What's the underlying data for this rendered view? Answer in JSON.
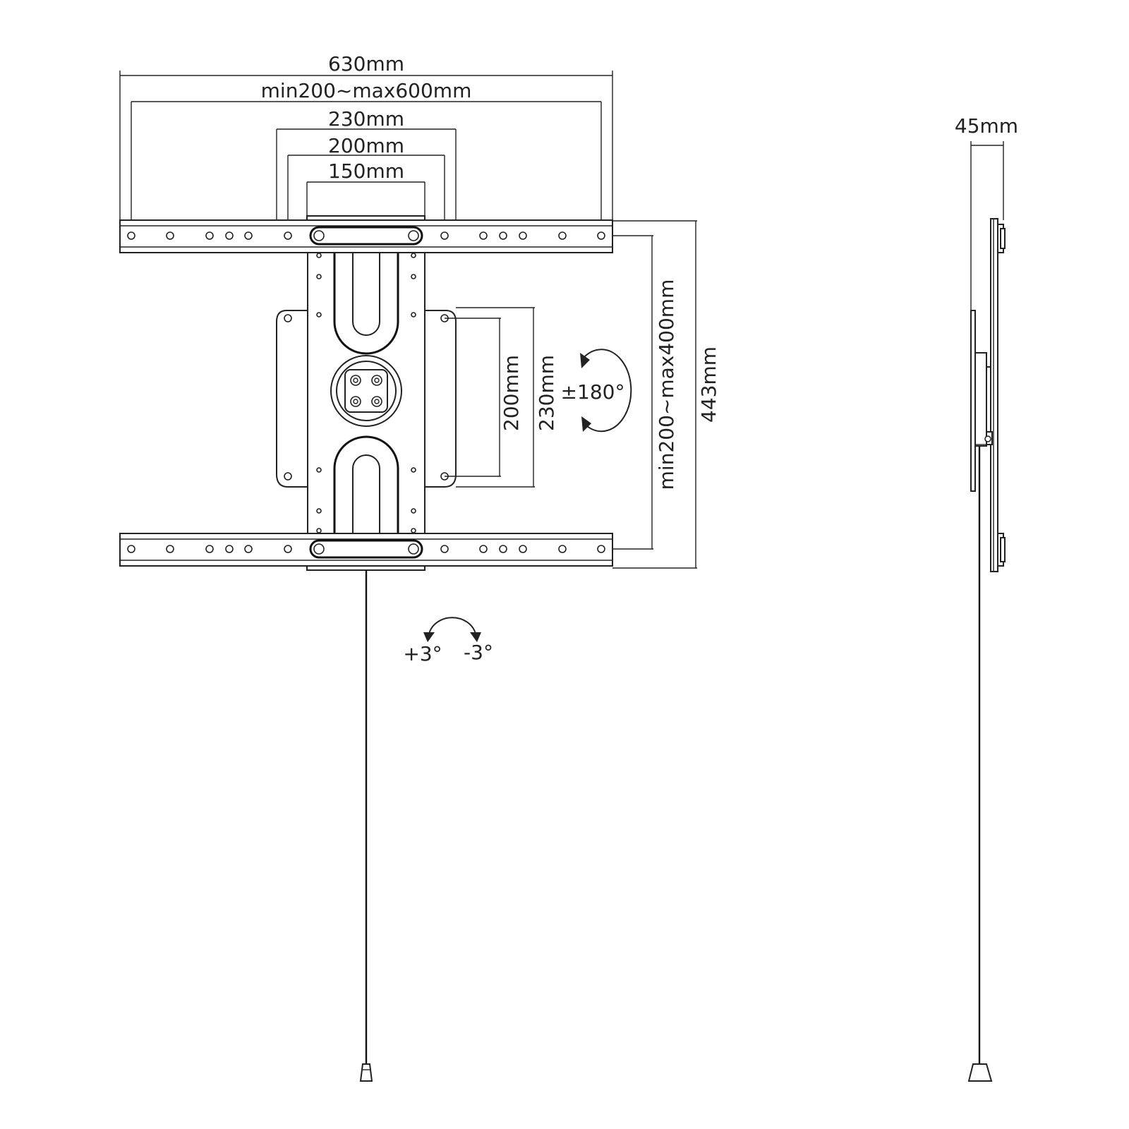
{
  "front_view": {
    "dim_total_width": "630mm",
    "dim_horizontal_range": "min200~max600mm",
    "dim_230_h": "230mm",
    "dim_200_h": "200mm",
    "dim_150_h": "150mm",
    "dim_200_v": "200mm",
    "dim_230_v": "230mm",
    "rotation": "±180°",
    "dim_vertical_range": "min200~max400mm",
    "dim_total_height": "443mm",
    "tilt_plus": "+3°",
    "tilt_minus": "-3°"
  },
  "side_view": {
    "dim_depth": "45mm"
  }
}
